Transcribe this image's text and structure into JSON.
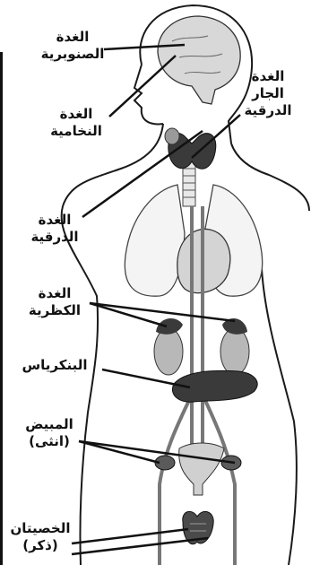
{
  "labels": {
    "pineal": [
      "الغدة",
      "الصنوبرية"
    ],
    "pituitary": [
      "الغدة",
      "النخامية"
    ],
    "parathyroid": [
      "الغدة",
      "الجار",
      "الدرقية"
    ],
    "thyroid": [
      "الغدة",
      "الدرقية"
    ],
    "adrenal": [
      "الغدة",
      "الكظرية"
    ],
    "pancreas": [
      "البنكرياس"
    ],
    "ovary": [
      "المبيض",
      "(انثى)"
    ],
    "testes": [
      "الخصيتان",
      "(ذكر)"
    ]
  },
  "colors": {
    "outline": "#1a1a1a",
    "organ_light": "#c8c8c8",
    "organ_dark": "#3a3a3a",
    "organ_mid": "#8a8a8a",
    "background": "#ffffff"
  }
}
